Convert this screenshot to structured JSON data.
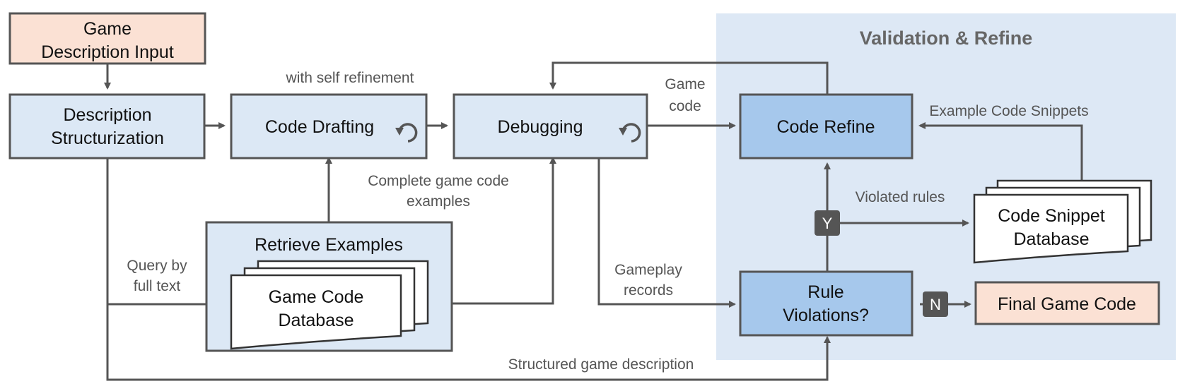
{
  "panel": {
    "title": "Validation & Refine"
  },
  "nodes": {
    "game_input": {
      "line1": "Game",
      "line2": "Description Input"
    },
    "desc_struct": {
      "line1": "Description",
      "line2": "Structurization"
    },
    "code_drafting": {
      "label": "Code Drafting"
    },
    "debugging": {
      "label": "Debugging"
    },
    "code_refine": {
      "label": "Code Refine"
    },
    "rule_violations": {
      "line1": "Rule",
      "line2": "Violations?"
    },
    "final_code": {
      "label": "Final Game Code"
    },
    "retrieve_examples": {
      "label": "Retrieve Examples"
    },
    "game_code_db": {
      "line1": "Game Code",
      "line2": "Database"
    },
    "code_snippet_db": {
      "line1": "Code Snippet",
      "line2": "Database"
    }
  },
  "labels": {
    "self_refinement": "with self refinement",
    "game_code_1": "Game",
    "game_code_2": "code",
    "example_snippets": "Example Code Snippets",
    "complete_examples_1": "Complete game code",
    "complete_examples_2": "examples",
    "violated_rules": "Violated rules",
    "query_1": "Query by",
    "query_2": "full text",
    "gameplay_1": "Gameplay",
    "gameplay_2": "records",
    "structured_desc": "Structured game description"
  },
  "badges": {
    "yes": "Y",
    "no": "N"
  },
  "colors": {
    "light_box": "#dce8f5",
    "input_box": "#fbe1d4",
    "highlight_box": "#a6c8ec",
    "panel_bg": "#dde8f5",
    "stroke": "#555555"
  }
}
